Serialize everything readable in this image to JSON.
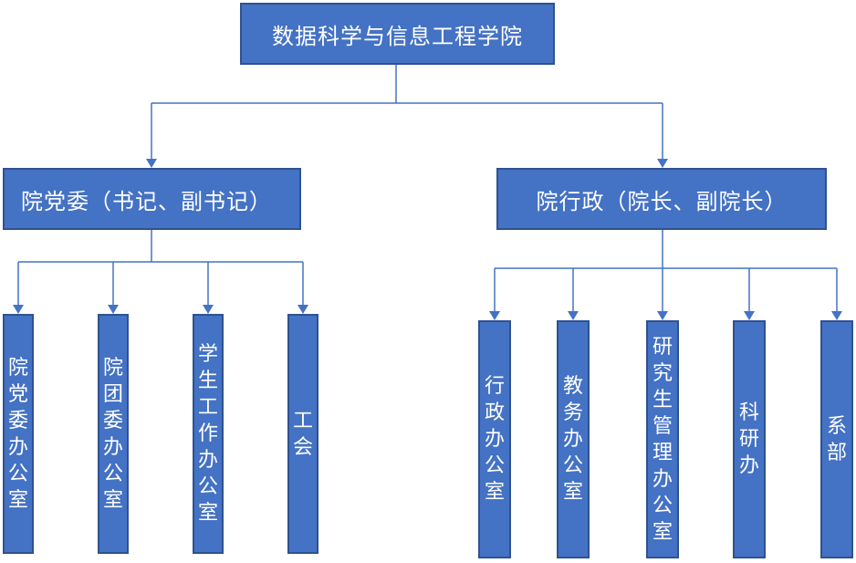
{
  "root": {
    "label": "数据科学与信息工程学院"
  },
  "branches": [
    {
      "label": "院党委（书记、副书记）",
      "children": [
        "院党委办公室",
        "院团委办公室",
        "学生工作办公室",
        "工会"
      ]
    },
    {
      "label": "院行政（院长、副院长）",
      "children": [
        "行政办公室",
        "教务办公室",
        "研究生管理办公室",
        "科研办",
        "系部"
      ]
    }
  ],
  "colors": {
    "box_fill": "#4472c4",
    "box_border": "#2f528f",
    "text": "#ffffff",
    "connector": "#4472c4"
  }
}
